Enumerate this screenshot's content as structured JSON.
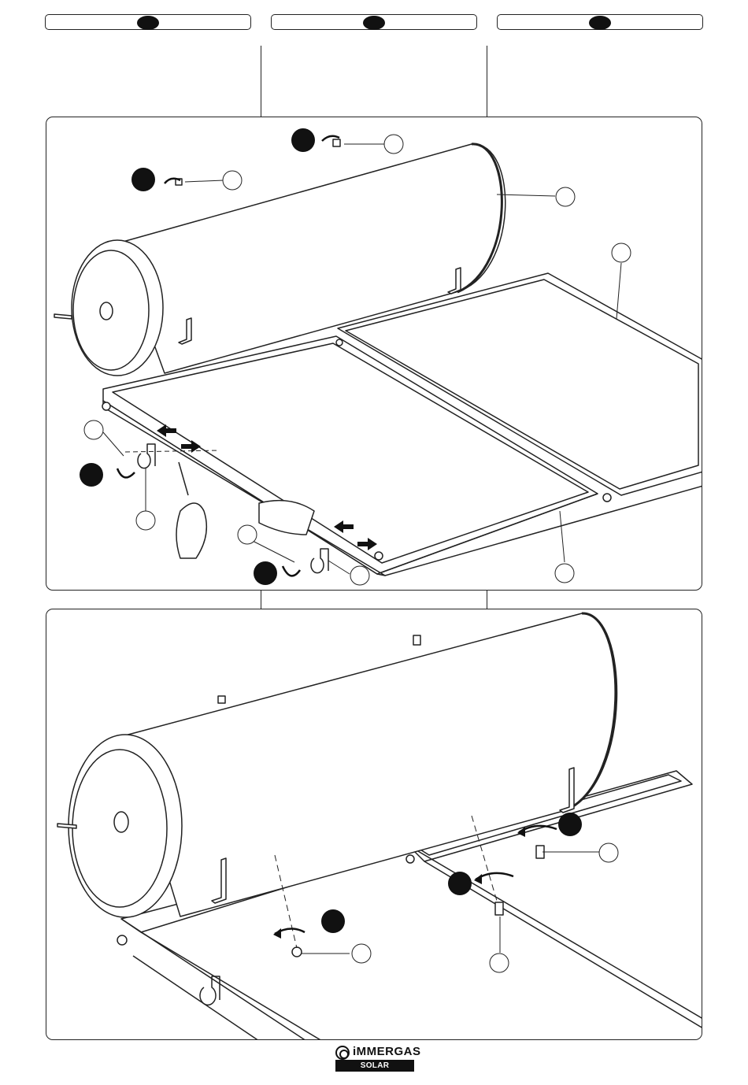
{
  "header": {
    "tabs": [
      {
        "label": "",
        "marker": "black-oval"
      },
      {
        "label": "",
        "marker": "black-oval"
      },
      {
        "label": "",
        "marker": "black-oval"
      }
    ]
  },
  "panels": [
    {
      "id": "top-assembly",
      "callout_labels": [
        "",
        "",
        "",
        "",
        "",
        "",
        "",
        "",
        ""
      ],
      "step_markers": 4
    },
    {
      "id": "bottom-assembly",
      "callout_labels": [
        "",
        "",
        "",
        ""
      ],
      "step_markers": 4
    }
  ],
  "footer": {
    "brand": "iMMERGAS",
    "subtitle": "SOLAR SOLUTIONS"
  },
  "colors": {
    "line": "#222222",
    "fill": "#ffffff",
    "marker": "#111111"
  }
}
